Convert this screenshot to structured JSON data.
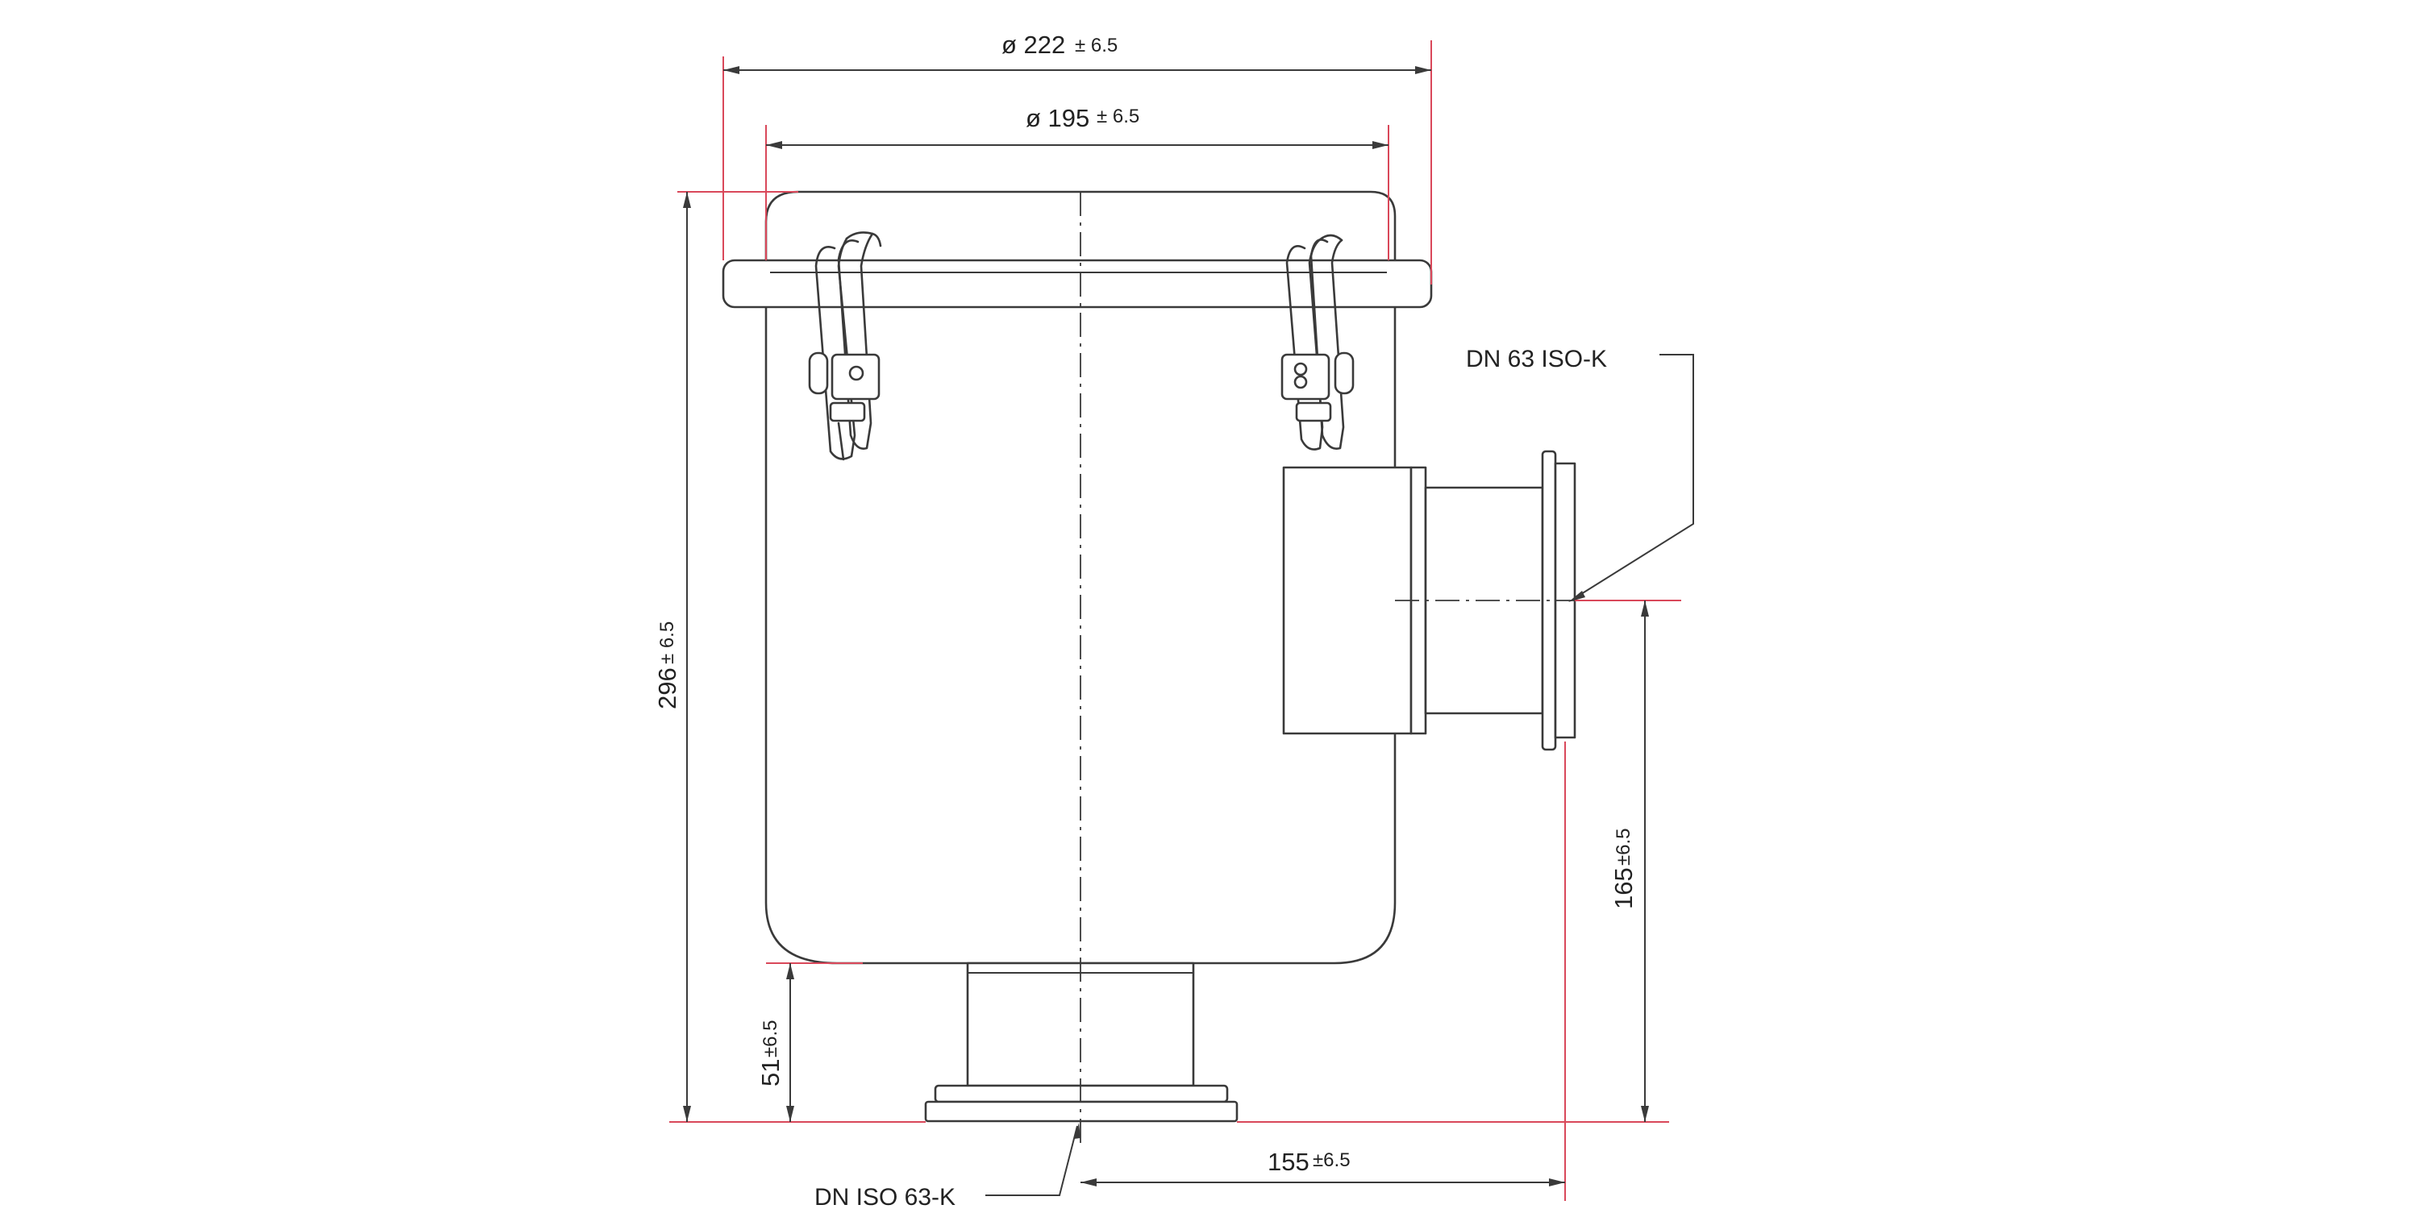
{
  "dimensions": {
    "top_outer": {
      "value": "ø 222",
      "tolerance": "± 6.5"
    },
    "top_inner": {
      "value": "ø 195",
      "tolerance": "± 6.5"
    },
    "total_height": {
      "value": "296",
      "tolerance": "± 6.5"
    },
    "bottom_neck": {
      "value": "51",
      "tolerance": "±6.5"
    },
    "side_port_height": {
      "value": "165",
      "tolerance": "±6.5"
    },
    "side_port_offset": {
      "value": "155",
      "tolerance": "±6.5"
    }
  },
  "labels": {
    "side_port": "DN 63 ISO-K",
    "bottom_port": "DN ISO 63-K"
  },
  "colors": {
    "outline": "#3a3a3a",
    "extension_lines": "#d9485a",
    "background": "#ffffff"
  }
}
